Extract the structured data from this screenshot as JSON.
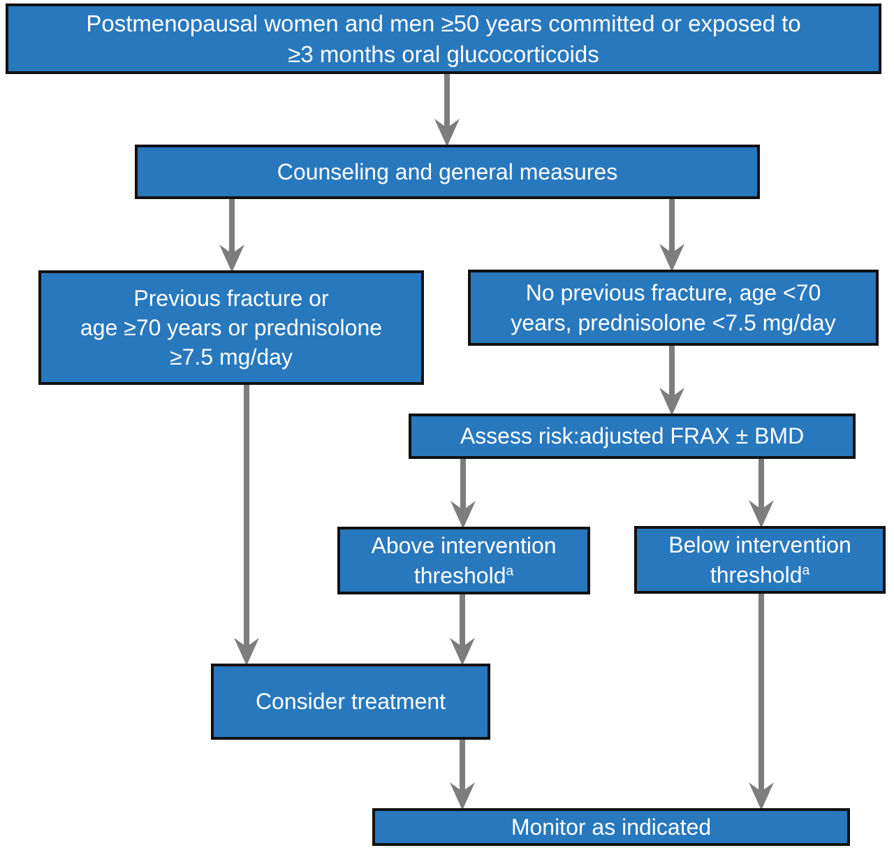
{
  "diagram": {
    "type": "flowchart",
    "colors": {
      "box_fill": "#2878be",
      "box_border": "#111111",
      "arrow": "#7d7d7d",
      "text": "#ffffff",
      "background": "#ffffff"
    },
    "nodes": [
      {
        "id": "population",
        "lines": [
          "Postmenopausal women and men ≥50 years committed or exposed to",
          "≥3 months oral glucocorticoids"
        ]
      },
      {
        "id": "counseling",
        "lines": [
          "Counseling and general measures"
        ]
      },
      {
        "id": "previous",
        "lines": [
          "Previous fracture or",
          "age ≥70 years or prednisolone",
          "≥7.5 mg/day"
        ]
      },
      {
        "id": "no_previous",
        "lines": [
          "No previous fracture, age <70",
          "years, prednisolone <7.5 mg/day"
        ]
      },
      {
        "id": "assess",
        "lines": [
          "Assess risk:adjusted FRAX ± BMD"
        ]
      },
      {
        "id": "above",
        "lines": [
          "Above intervention",
          "threshold^a"
        ]
      },
      {
        "id": "below",
        "lines": [
          "Below intervention",
          "threshold^a"
        ]
      },
      {
        "id": "consider",
        "lines": [
          "Consider treatment"
        ]
      },
      {
        "id": "monitor",
        "lines": [
          "Monitor as indicated"
        ]
      }
    ],
    "edges": [
      {
        "from": "population",
        "to": "counseling"
      },
      {
        "from": "counseling",
        "to": "previous"
      },
      {
        "from": "counseling",
        "to": "no_previous"
      },
      {
        "from": "no_previous",
        "to": "assess"
      },
      {
        "from": "assess",
        "to": "above"
      },
      {
        "from": "assess",
        "to": "below"
      },
      {
        "from": "previous",
        "to": "consider"
      },
      {
        "from": "above",
        "to": "consider"
      },
      {
        "from": "consider",
        "to": "monitor"
      },
      {
        "from": "below",
        "to": "monitor"
      }
    ]
  }
}
